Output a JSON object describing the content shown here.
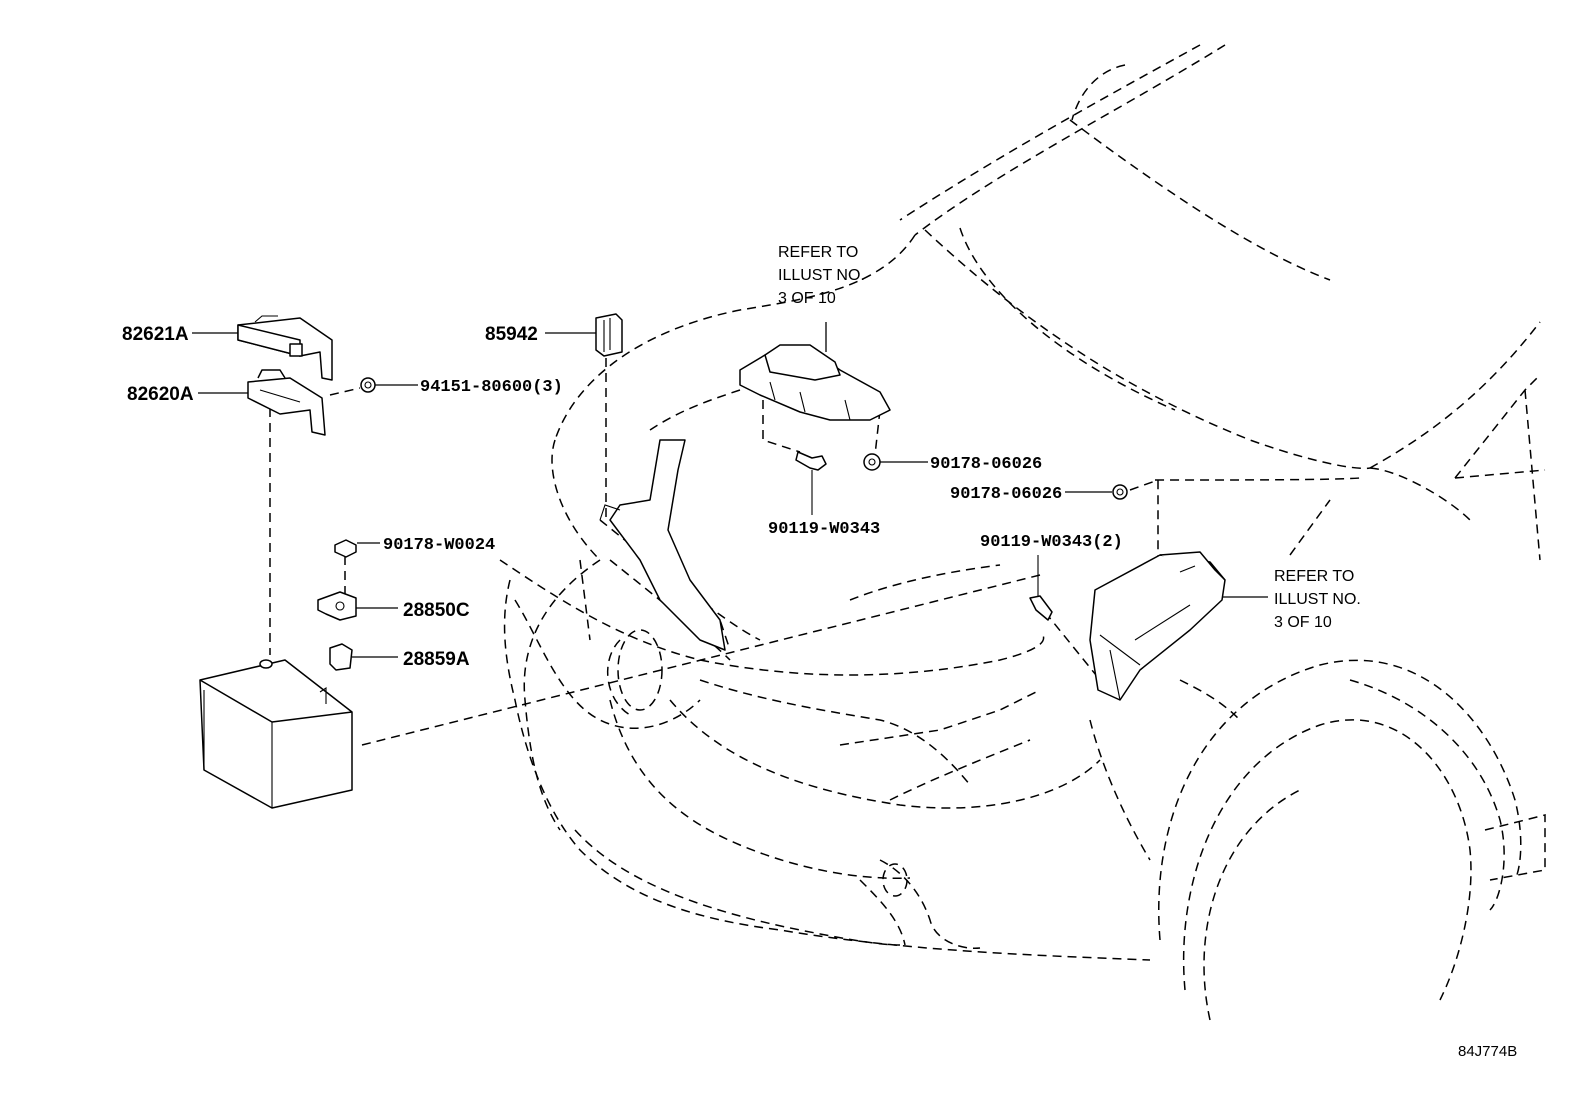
{
  "diagram_code": "84J774B",
  "notes": {
    "refer_top": [
      "REFER TO",
      "ILLUST NO.",
      "3 OF 10"
    ],
    "refer_right": [
      "REFER TO",
      "ILLUST NO.",
      "3 OF 10"
    ]
  },
  "parts": {
    "p82621A": "82621A",
    "p82620A": "82620A",
    "p94151": "94151-80600(3)",
    "p85942": "85942",
    "p90178_w0024": "90178-W0024",
    "p28850C": "28850C",
    "p28859A": "28859A",
    "p90178_06026_a": "90178-06026",
    "p90119_w0343": "90119-W0343",
    "p90178_06026_b": "90178-06026",
    "p90119_w0343_2": "90119-W0343(2)"
  }
}
